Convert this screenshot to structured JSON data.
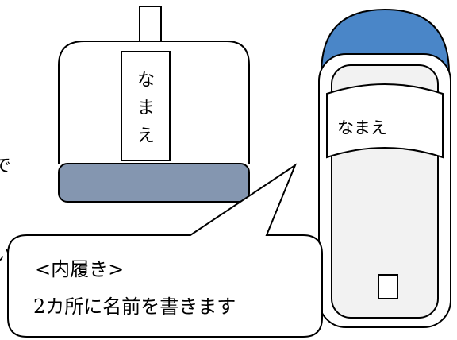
{
  "left_shoe": {
    "name_tag_chars": [
      "な",
      "ま",
      "え"
    ]
  },
  "right_shoe": {
    "name_label": "なまえ"
  },
  "callout": {
    "line1": "<内履き>",
    "line2": "2カ所に名前を書きます"
  },
  "edge_fragments": {
    "upper": "で",
    "lower": "い"
  },
  "colors": {
    "sole": "#8496b0",
    "toe_cap": "#4a86c8",
    "insole": "#f2f2f2",
    "outline": "#000000"
  }
}
